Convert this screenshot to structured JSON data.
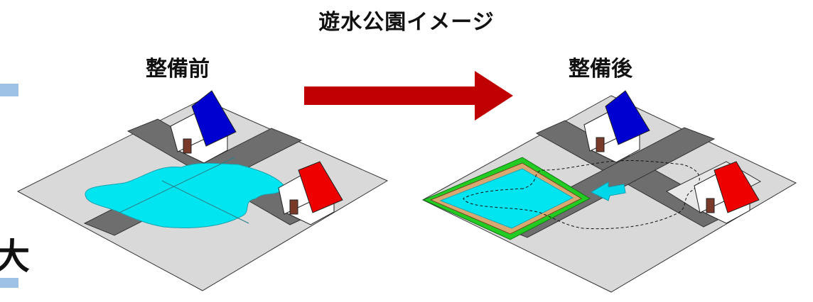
{
  "title": "遊水公園イメージ",
  "before_label": "整備前",
  "after_label": "整備後",
  "edge_text": "大",
  "colors": {
    "ground": "#d9d9d9",
    "road": "#6e6e6e",
    "water": "#00e5f0",
    "park_border": "#22cc22",
    "park_bank": "#d9a870",
    "arrow_main": "#c00000",
    "inflow_arrow": "#00d8ea",
    "roof_blue": "#0000d0",
    "roof_red": "#ee0000",
    "door": "#7a3a2a",
    "accent_bar": "#9ec2e6"
  }
}
